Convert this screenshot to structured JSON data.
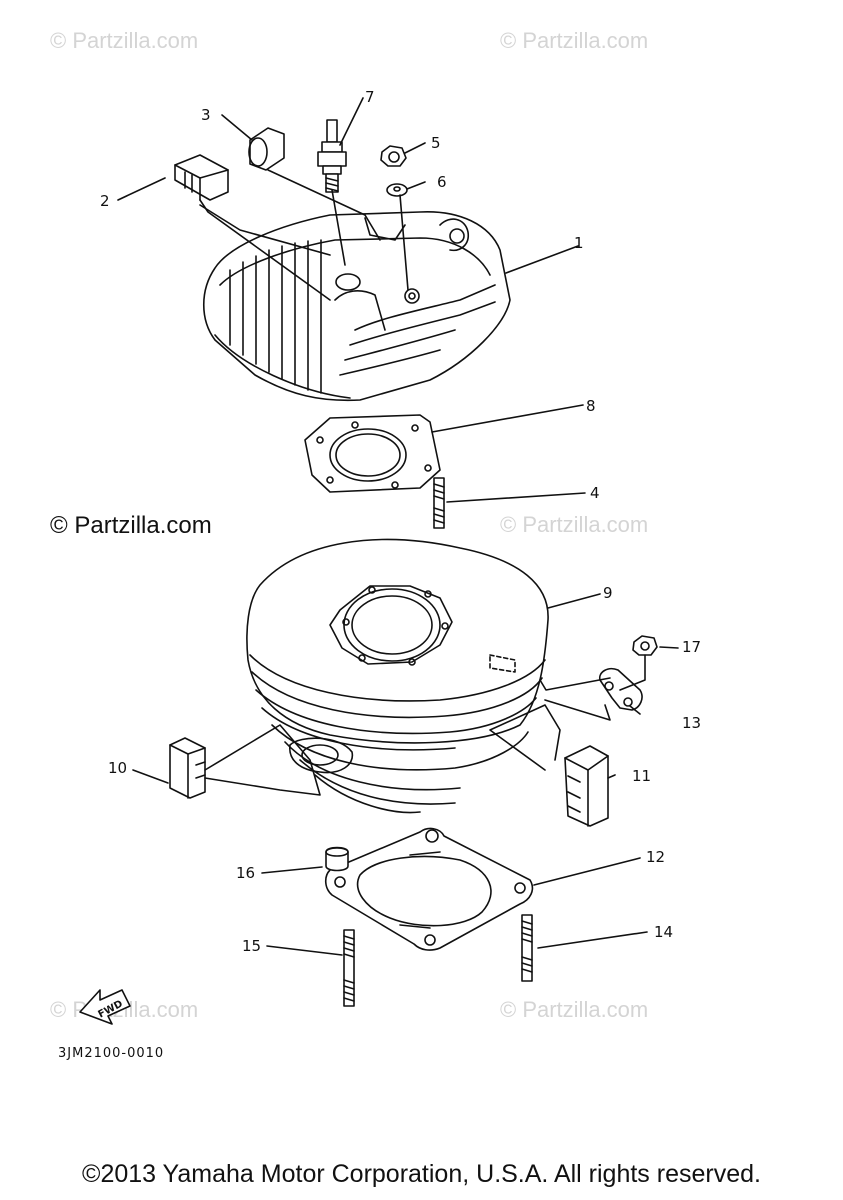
{
  "watermarks": {
    "top_left": "© Partzilla.com",
    "top_right": "© Partzilla.com",
    "mid_left": "© Partzilla.com",
    "mid_right": "© Partzilla.com",
    "bottom_left": "© Partzilla.com",
    "bottom_right": "© Partzilla.com"
  },
  "callouts": [
    "1",
    "2",
    "3",
    "4",
    "5",
    "6",
    "7",
    "8",
    "9",
    "10",
    "11",
    "12",
    "13",
    "14",
    "15",
    "16",
    "17"
  ],
  "fwd_arrow_label": "FWD",
  "diagram_code": "3JM2100-0010",
  "copyright": "©2013 Yamaha Motor Corporation, U.S.A. All rights reserved."
}
